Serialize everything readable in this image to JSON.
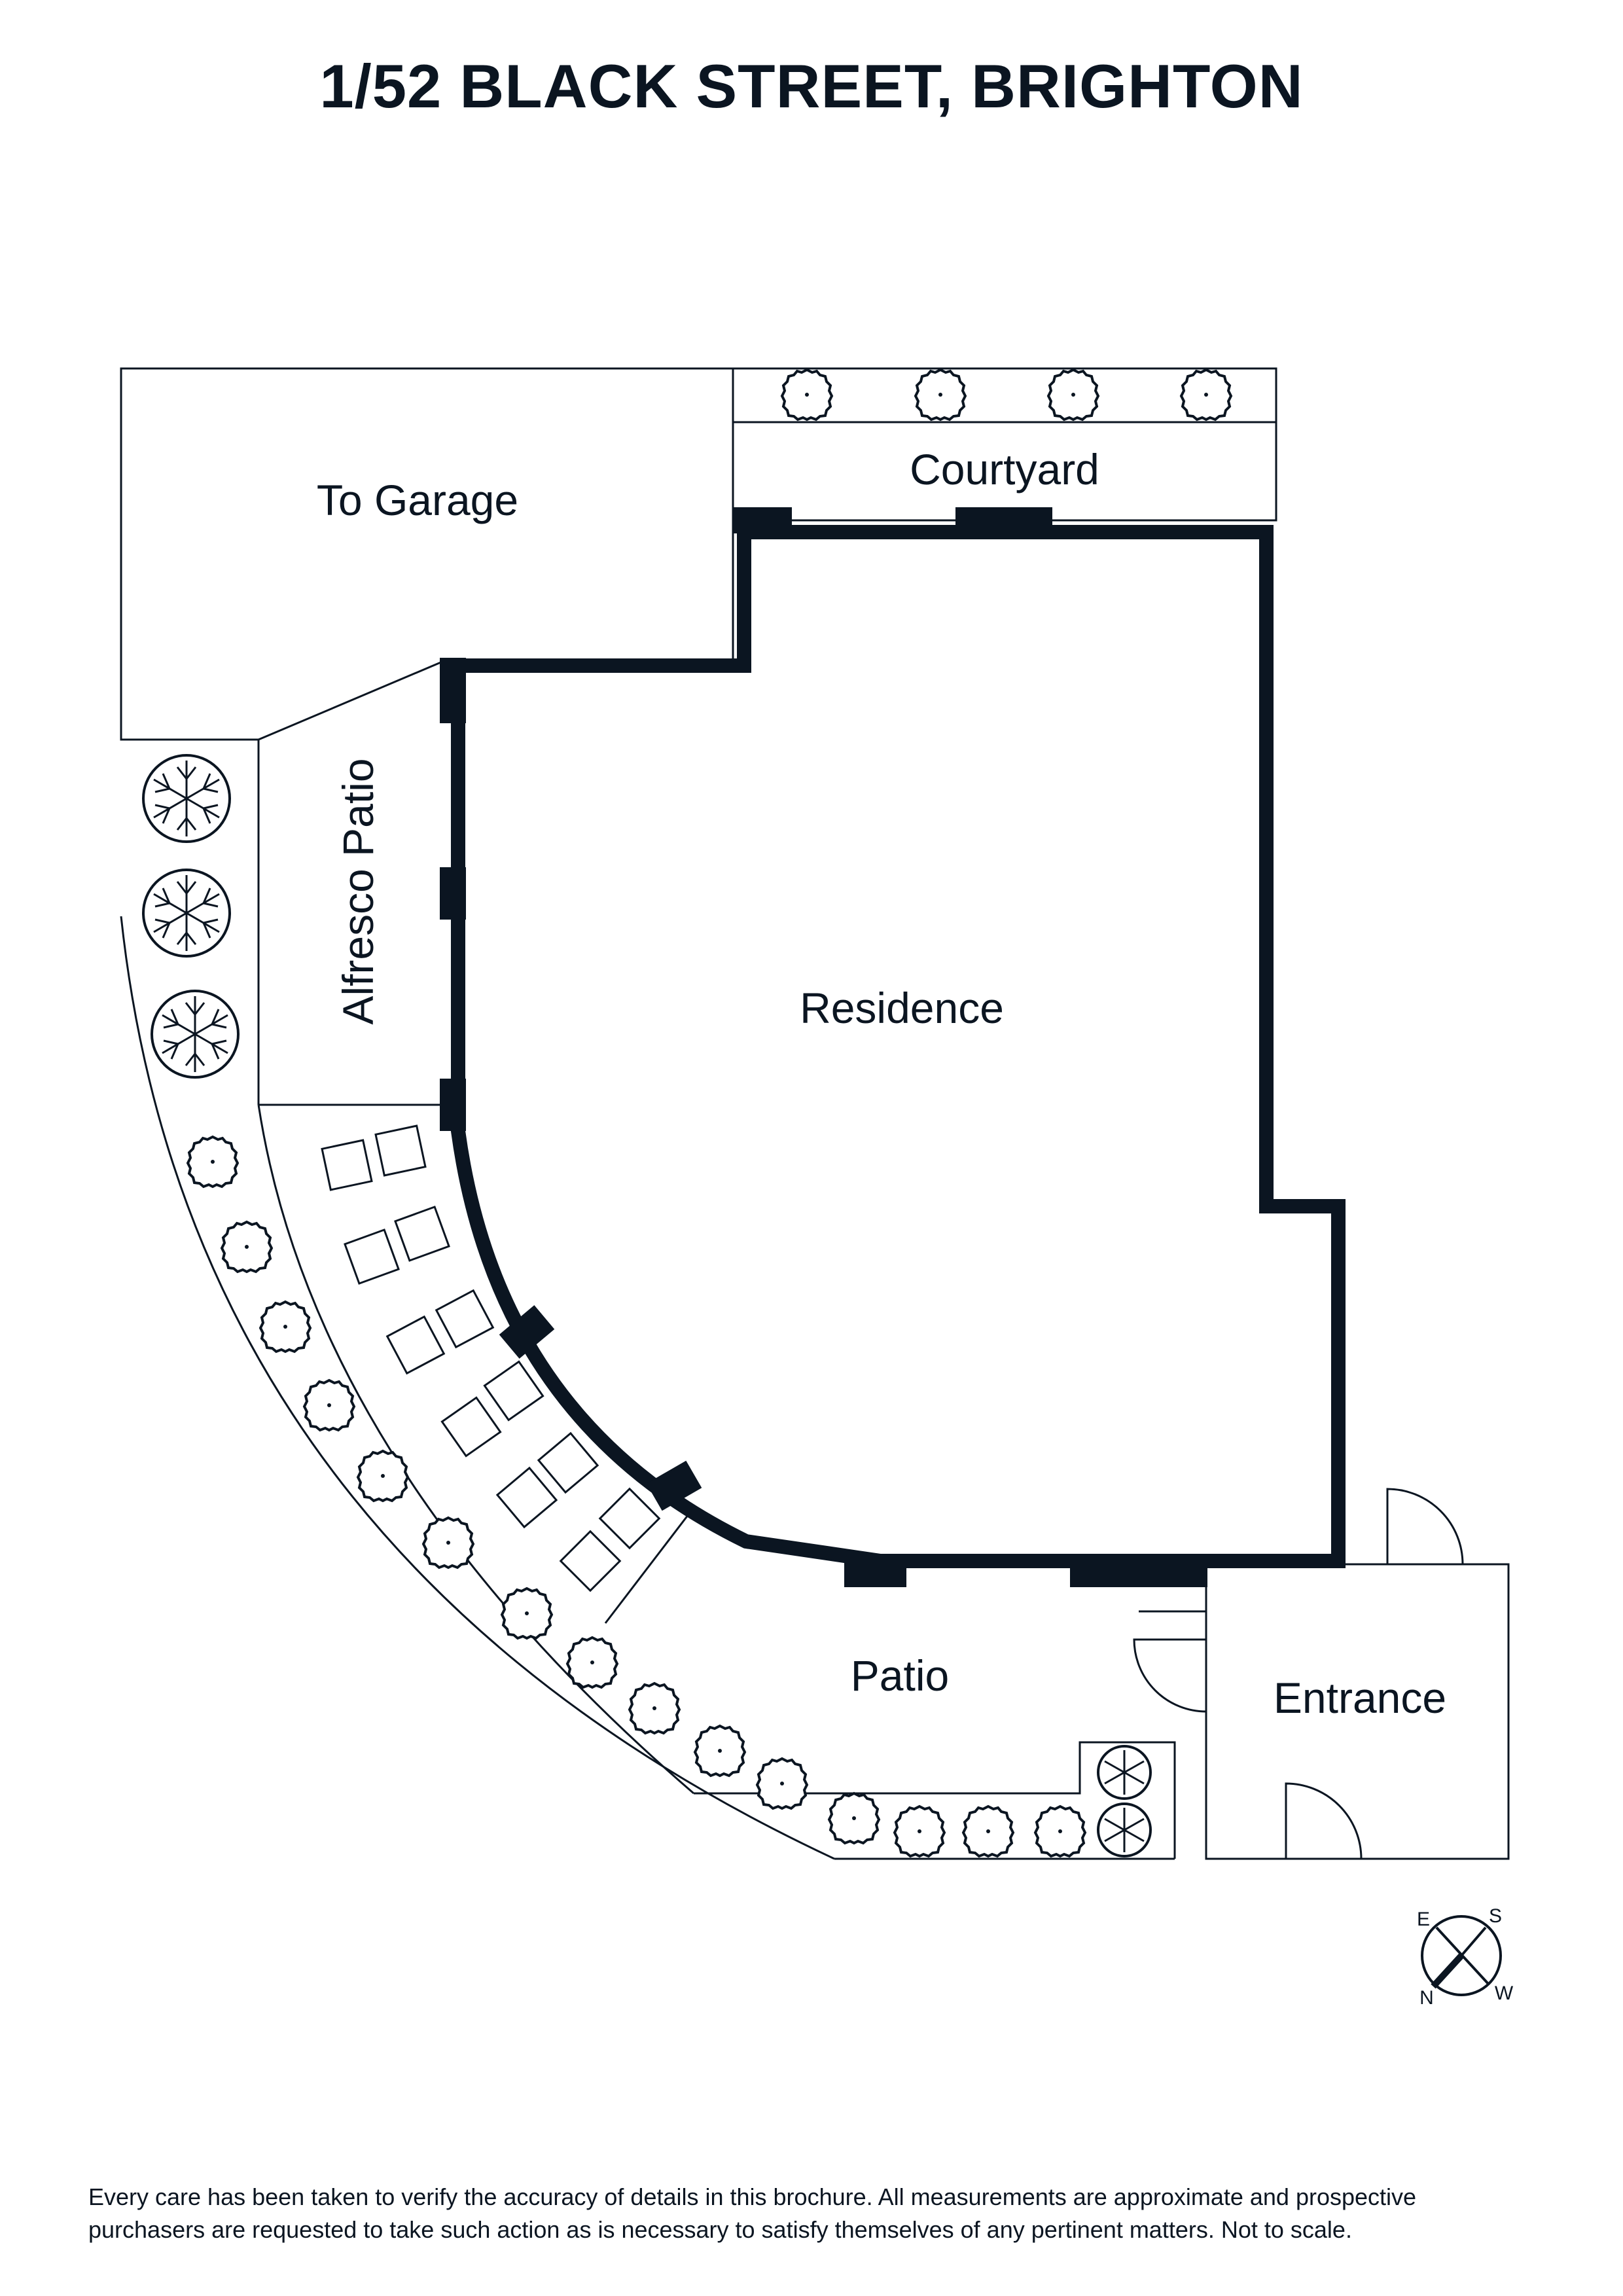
{
  "title": "1/52 BLACK STREET, BRIGHTON",
  "rooms": {
    "to_garage": "To Garage",
    "courtyard": "Courtyard",
    "alfresco_patio": "Alfresco Patio",
    "residence": "Residence",
    "patio": "Patio",
    "entrance": "Entrance"
  },
  "compass": {
    "e": "E",
    "s": "S",
    "n": "N",
    "w": "W"
  },
  "disclaimer": {
    "line1": "Every care has been taken to verify the accuracy of details in this brochure. All measurements are approximate and prospective",
    "line2": "purchasers are requested to take such action as is necessary to satisfy themselves of any pertinent matters. Not to scale."
  },
  "colors": {
    "ink": "#0b1521",
    "background": "#ffffff"
  },
  "icons": [
    "tree-icon",
    "shrub-icon",
    "paver-icon",
    "door-swing-icon",
    "compass-icon"
  ]
}
